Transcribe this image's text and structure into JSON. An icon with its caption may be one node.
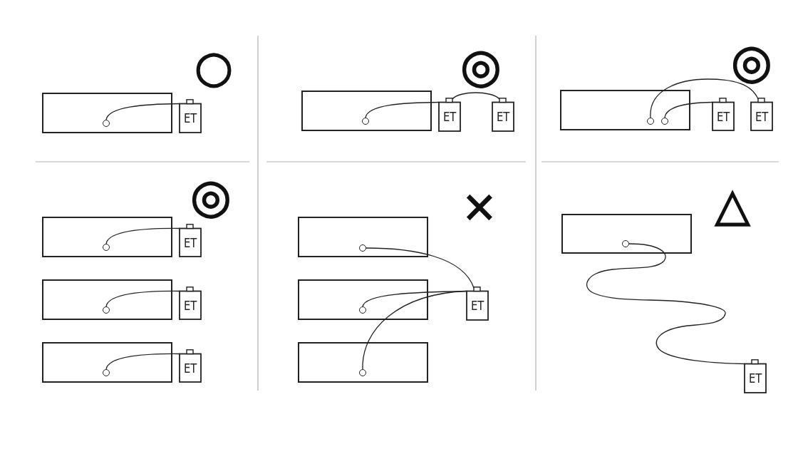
{
  "diagram": {
    "nodes": [
      {
        "text": [],
        "shape": "box"
      },
      {
        "text": [],
        "shape": "circle",
        "in": 0
      },
      {
        "text": [
          "ET"
        ]
      },
      {
        "text": [],
        "shape": "box"
      },
      {
        "text": [],
        "shape": "circle",
        "in": 3
      },
      {
        "text": [
          "ET"
        ]
      },
      {
        "text": [
          "ET"
        ]
      },
      {
        "text": [],
        "shape": "box"
      },
      {
        "text": [],
        "shape": "circle",
        "in": 7
      },
      {
        "text": [],
        "shape": "circle",
        "in": 7
      },
      {
        "text": [
          "ET"
        ]
      },
      {
        "text": [
          "ET"
        ]
      },
      {
        "text": [],
        "shape": "box"
      },
      {
        "text": [],
        "shape": "circle",
        "in": 12
      },
      {
        "text": [
          "ET"
        ]
      },
      {
        "text": [],
        "shape": "box"
      },
      {
        "text": [],
        "shape": "circle",
        "in": 15
      },
      {
        "text": [
          "ET"
        ]
      },
      {
        "text": [],
        "shape": "box"
      },
      {
        "text": [],
        "shape": "circle",
        "in": 18
      },
      {
        "text": [
          "ET"
        ]
      },
      {
        "text": [],
        "shape": "box"
      },
      {
        "text": [],
        "shape": "circle",
        "in": 21
      },
      {
        "text": [],
        "shape": "box"
      },
      {
        "text": [],
        "shape": "circle",
        "in": 23
      },
      {
        "text": [
          "ET"
        ]
      },
      {
        "text": [],
        "shape": "box"
      },
      {
        "text": [],
        "shape": "circle",
        "in": 26
      },
      {
        "text": [],
        "shape": "box"
      },
      {
        "text": [],
        "shape": "circle",
        "in": 28
      },
      {
        "text": [
          "ET"
        ]
      }
    ],
    "edges": [
      {
        "from": 1,
        "to": 2,
        "arrow": "none"
      },
      {
        "from": 4,
        "to": 5,
        "arrow": "none"
      },
      {
        "from": 5,
        "to": 6,
        "arrow": "none"
      },
      {
        "from": 8,
        "to": 11,
        "arrow": "none"
      },
      {
        "from": 9,
        "to": 10,
        "arrow": "none"
      },
      {
        "from": 13,
        "to": 14,
        "arrow": "none"
      },
      {
        "from": 16,
        "to": 17,
        "arrow": "none"
      },
      {
        "from": 19,
        "to": 20,
        "arrow": "none"
      },
      {
        "from": 22,
        "to": 25,
        "arrow": "none"
      },
      {
        "from": 24,
        "to": 25,
        "arrow": "none"
      },
      {
        "from": 27,
        "to": 25,
        "arrow": "none"
      },
      {
        "from": 29,
        "to": 30,
        "arrow": "none"
      }
    ],
    "labels": [
      "○",
      "◎",
      "◎",
      "◎",
      "×",
      "△"
    ]
  }
}
